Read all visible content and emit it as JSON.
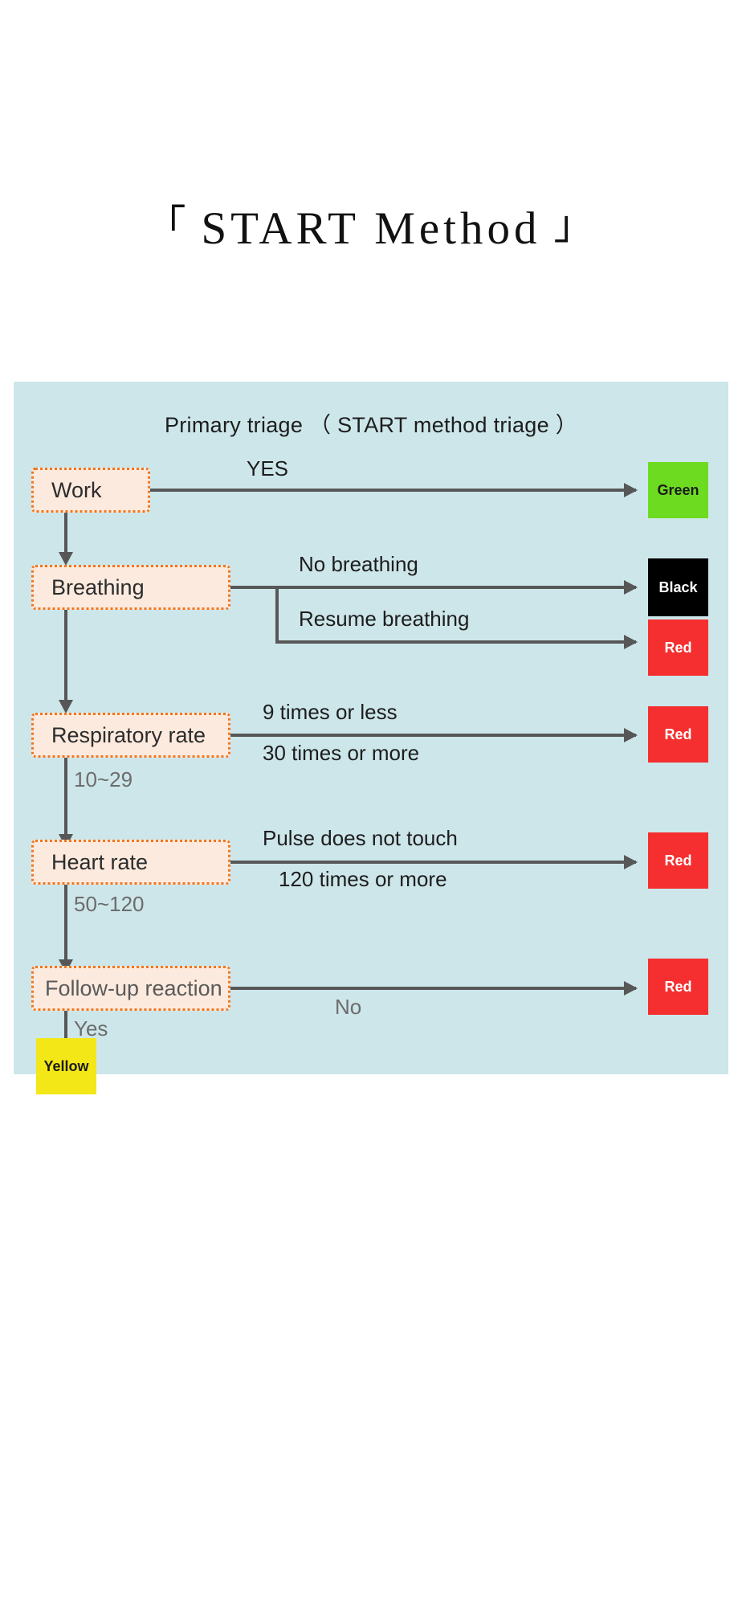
{
  "page": {
    "title_open_bracket": "「",
    "title": "START Method",
    "title_close_bracket": "」",
    "background": "#ffffff"
  },
  "diagram": {
    "caption": "Primary triage （ START method triage ）",
    "panel_background": "#cde6ea",
    "node_fill": "#fdeade",
    "node_border": "#ef7722",
    "connector_color": "#575757",
    "nodes": [
      {
        "id": "work",
        "label": "Work"
      },
      {
        "id": "breathing",
        "label": "Breathing"
      },
      {
        "id": "resp-rate",
        "label": "Respiratory rate"
      },
      {
        "id": "heart-rate",
        "label": "Heart rate"
      },
      {
        "id": "follow-up",
        "label": "Follow-up reaction"
      }
    ],
    "outcomes": [
      {
        "id": "green-1",
        "label": "Green",
        "color": "#6ddc21"
      },
      {
        "id": "black-1",
        "label": "Black",
        "color": "#000000"
      },
      {
        "id": "red-1",
        "label": "Red",
        "color": "#f52f2f"
      },
      {
        "id": "red-2",
        "label": "Red",
        "color": "#f52f2f"
      },
      {
        "id": "red-3",
        "label": "Red",
        "color": "#f52f2f"
      },
      {
        "id": "red-4",
        "label": "Red",
        "color": "#f52f2f"
      },
      {
        "id": "yellow-1",
        "label": "Yellow",
        "color": "#f3e718"
      }
    ],
    "edges": [
      {
        "id": "work-yes",
        "label": "YES",
        "from": "work",
        "to": "green-1"
      },
      {
        "id": "breathing-none",
        "label": "No breathing",
        "from": "breathing",
        "to": "black-1"
      },
      {
        "id": "breathing-resume",
        "label": "Resume breathing",
        "from": "breathing",
        "to": "red-1"
      },
      {
        "id": "resp-9-or-less",
        "label": "9 times or less",
        "from": "resp-rate",
        "to": "red-2"
      },
      {
        "id": "resp-30-or-more",
        "label": "30 times or more",
        "from": "resp-rate",
        "to": "red-2"
      },
      {
        "id": "resp-10-29",
        "label": "10~29",
        "from": "resp-rate",
        "to": "heart-rate"
      },
      {
        "id": "pulse-no-touch",
        "label": "Pulse does not touch",
        "from": "heart-rate",
        "to": "red-3"
      },
      {
        "id": "pulse-120-or-more",
        "label": "120 times or more",
        "from": "heart-rate",
        "to": "red-3"
      },
      {
        "id": "hr-50-120",
        "label": "50~120",
        "from": "heart-rate",
        "to": "follow-up"
      },
      {
        "id": "followup-no",
        "label": "No",
        "from": "follow-up",
        "to": "red-4"
      },
      {
        "id": "followup-yes",
        "label": "Yes",
        "from": "follow-up",
        "to": "yellow-1"
      }
    ]
  }
}
